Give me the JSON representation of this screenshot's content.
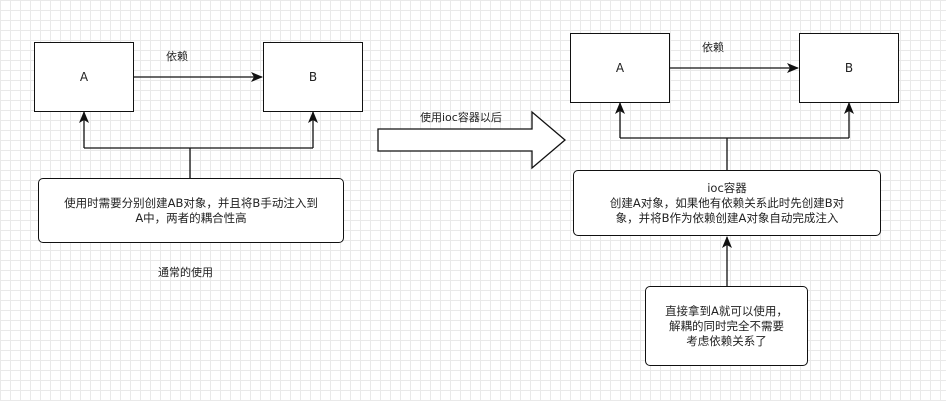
{
  "left": {
    "box_a": "A",
    "box_b": "B",
    "dep_label": "依赖",
    "note_line1": "使用时需要分别创建AB对象，并且将B手动注入到",
    "note_line2": "A中，两者的耦合性高",
    "caption": "通常的使用"
  },
  "middle": {
    "arrow_label": "使用ioc容器以后"
  },
  "right": {
    "box_a": "A",
    "box_b": "B",
    "dep_label": "依赖",
    "ioc_title": "ioc容器",
    "ioc_line1": "创建A对象，如果他有依赖关系此时先创建B对",
    "ioc_line2": "象，并将B作为依赖创建A对象自动完成注入",
    "note_line1": "直接拿到A就可以使用，",
    "note_line2": "解耦的同时完全不需要",
    "note_line3": "考虑依赖关系了"
  }
}
